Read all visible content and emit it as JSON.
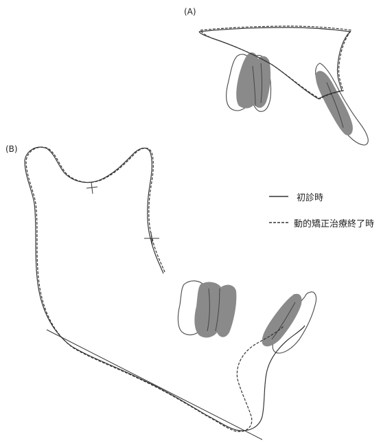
{
  "panels": {
    "a": {
      "label": "(A)"
    },
    "b": {
      "label": "(B)"
    }
  },
  "legend": {
    "items": [
      {
        "line_style": "solid",
        "label": "初診時"
      },
      {
        "line_style": "dashed",
        "label": "動的矯正治療終了時"
      }
    ]
  },
  "colors": {
    "outline": "#333333",
    "tooth_fill_overlay": "#8a8a8a",
    "tooth_outline": "#555555",
    "background": "#ffffff"
  }
}
